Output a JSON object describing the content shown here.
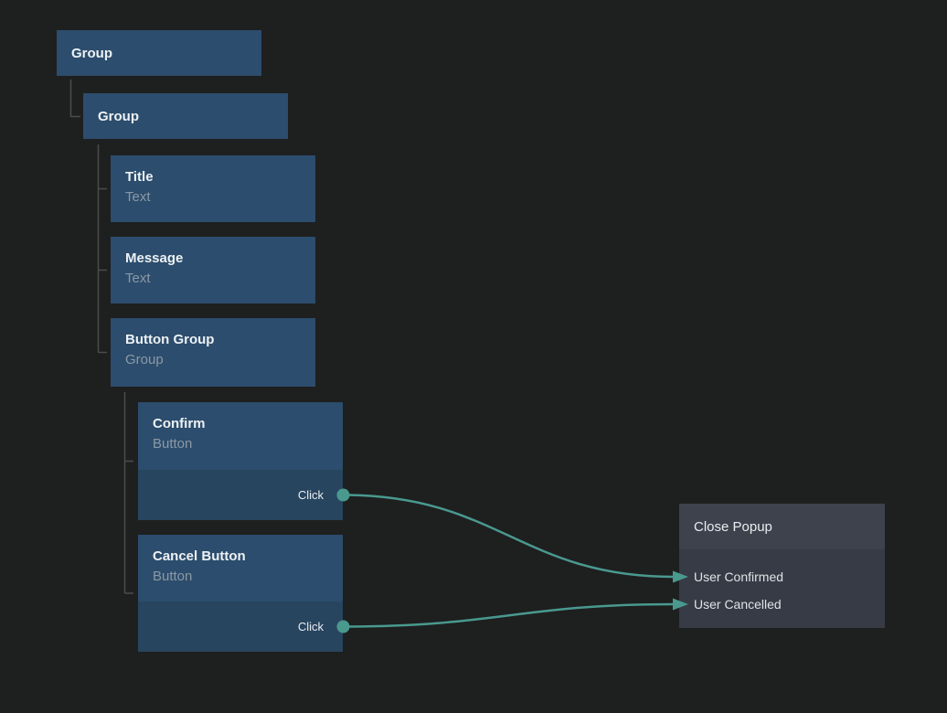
{
  "canvas": {
    "nodes": [
      {
        "name": "Group"
      },
      {
        "name": "Group"
      },
      {
        "name": "Title",
        "type": "Text"
      },
      {
        "name": "Message",
        "type": "Text"
      },
      {
        "name": "Button Group",
        "type": "Group"
      },
      {
        "name": "Confirm",
        "type": "Button",
        "event": "Click"
      },
      {
        "name": "Cancel Button",
        "type": "Button",
        "event": "Click"
      }
    ],
    "action_node": {
      "title": "Close Popup",
      "inputs": [
        "User Confirmed",
        "User Cancelled"
      ]
    },
    "connections": [
      {
        "from_node": "Confirm",
        "from_port": "Click",
        "to_node": "Close Popup",
        "to_port": "User Confirmed"
      },
      {
        "from_node": "Cancel Button",
        "from_port": "Click",
        "to_node": "Close Popup",
        "to_port": "User Cancelled"
      }
    ]
  },
  "colors": {
    "background": "#1e1f1f",
    "node_fill": "#2c4d6d",
    "node_port_row_fill": "#284560",
    "action_header_fill": "#3d424d",
    "action_body_fill": "#373b45",
    "wire_accent": "#49998f",
    "tree_line": "#4b4b4b",
    "title_text": "#edf1f4",
    "subtitle_text": "#8b99a6"
  }
}
